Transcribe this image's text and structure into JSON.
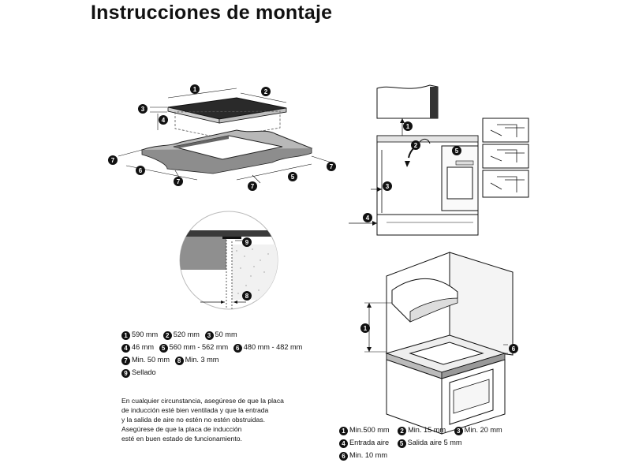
{
  "title": "Instrucciones de montaje",
  "callouts": [
    "1",
    "2",
    "3",
    "4",
    "5",
    "6",
    "7",
    "8",
    "9"
  ],
  "legend_top": {
    "rows": [
      [
        {
          "n": "1",
          "t": "590 mm"
        },
        {
          "n": "2",
          "t": "520 mm"
        },
        {
          "n": "3",
          "t": "50 mm"
        }
      ],
      [
        {
          "n": "4",
          "t": "46 mm"
        },
        {
          "n": "5",
          "t": "560 mm - 562 mm"
        },
        {
          "n": "6",
          "t": "480 mm - 482 mm"
        }
      ],
      [
        {
          "n": "7",
          "t": "Min. 50 mm"
        },
        {
          "n": "8",
          "t": "Min. 3 mm"
        }
      ],
      [
        {
          "n": "9",
          "t": "Sellado"
        }
      ]
    ]
  },
  "note_lines": [
    "En cualquier circunstancia, asegúrese de que la placa",
    "de inducción esté bien ventilada y que la entrada",
    "y la salida de aire no estén no estén obstruidas.",
    "Asegúrese de que la placa de inducción",
    "esté en buen estado de funcionamiento."
  ],
  "legend_bottom": {
    "rows": [
      [
        {
          "n": "1",
          "t": "Min.500 mm"
        },
        {
          "n": "2",
          "t": "Min. 15 mm"
        },
        {
          "n": "3",
          "t": "Min. 20 mm"
        }
      ],
      [
        {
          "n": "4",
          "t": "Entrada aire"
        },
        {
          "n": "5",
          "t": "Salida aire 5 mm"
        }
      ],
      [
        {
          "n": "6",
          "t": "Min. 10 mm"
        }
      ]
    ]
  }
}
